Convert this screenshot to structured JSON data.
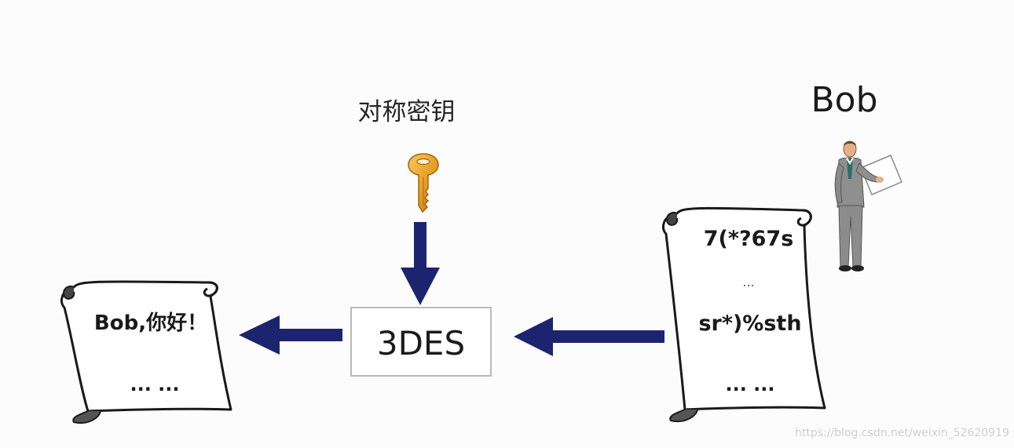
{
  "diagram": {
    "key_label": "对称密钥",
    "cipher_label": "3DES",
    "receiver_name": "Bob",
    "plaintext": {
      "line1": "Bob,你好！",
      "line2": "... ..."
    },
    "ciphertext": {
      "line1": "7(*?67s",
      "line2": "...",
      "line3": "sr*)%sth",
      "line4": "... ..."
    },
    "watermark": "https://blog.csdn.net/weixin_52620919"
  },
  "icons": {
    "key": "key-icon",
    "person": "businessman-icon",
    "plaintext_scroll": "scroll-icon",
    "ciphertext_scroll": "scroll-icon"
  },
  "colors": {
    "arrow": "#1c2470",
    "key_gold": "#e8a22a",
    "box_border": "#b9b9b9",
    "text": "#1a1a1a"
  }
}
